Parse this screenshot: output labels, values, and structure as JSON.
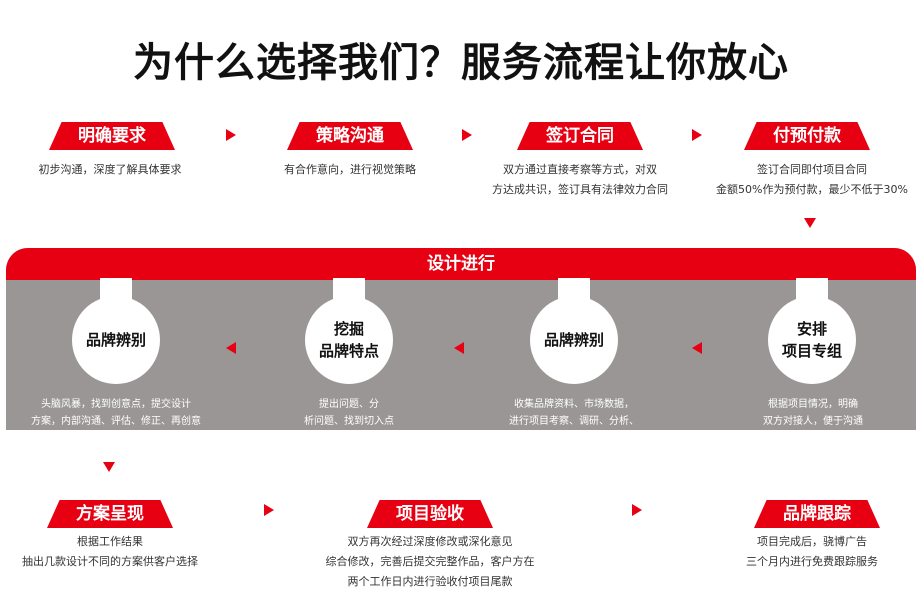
{
  "title": "为什么选择我们？服务流程让你放心",
  "steps_top": [
    {
      "label": "明确要求",
      "desc": [
        "初步沟通，深度了解具体要求"
      ]
    },
    {
      "label": "策略沟通",
      "desc": [
        "有合作意向，进行视觉策略"
      ]
    },
    {
      "label": "签订合同",
      "desc": [
        "双方通过直接考察等方式，对双",
        "方达成共识，签订具有法律效力合同"
      ]
    },
    {
      "label": "付预付款",
      "desc": [
        "签订合同即付项目合同",
        "金额50%作为预付款，最少不低于30%"
      ]
    }
  ],
  "design": {
    "header": "设计进行",
    "bulbs": [
      {
        "label": [
          "品牌辨别"
        ],
        "desc": [
          "头脑风暴，找到创意点，提交设计",
          "方案，内部沟通、评估、修正、再创意"
        ]
      },
      {
        "label": [
          "挖掘",
          "品牌特点"
        ],
        "desc": [
          "提出问题、分",
          "析问题、找到切入点"
        ]
      },
      {
        "label": [
          "品牌辨别"
        ],
        "desc": [
          "收集品牌资料、市场数据，",
          "进行项目考察、调研、分析、"
        ]
      },
      {
        "label": [
          "安排",
          "项目专组"
        ],
        "desc": [
          "根据项目情况，明确",
          "双方对接人，便于沟通"
        ]
      }
    ]
  },
  "steps_bottom": [
    {
      "label": "方案呈现",
      "desc": [
        "根据工作结果",
        "抽出几款设计不同的方案供客户选择"
      ]
    },
    {
      "label": "项目验收",
      "desc": [
        "双方再次经过深度修改或深化意见",
        "综合修改，完善后提交完整作品，客户方在",
        "两个工作日内进行验收付项目尾款"
      ]
    },
    {
      "label": "品牌跟踪",
      "desc": [
        "项目完成后，骁博广告",
        "三个月内进行免费跟踪服务"
      ]
    }
  ],
  "colors": {
    "accent": "#e60012",
    "band": "#9a9696"
  }
}
